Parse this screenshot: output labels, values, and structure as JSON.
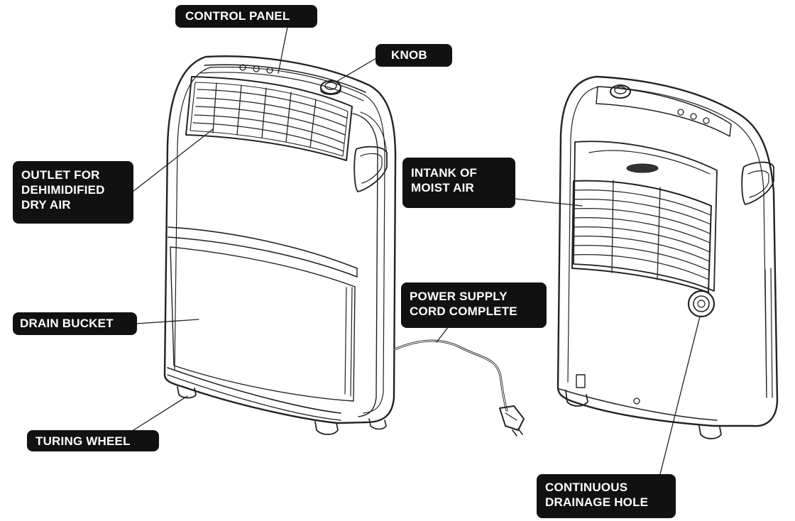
{
  "diagram": {
    "labels": {
      "control_panel": "CONTROL PANEL",
      "knob": "KNOB",
      "outlet_line1": "OUTLET FOR",
      "outlet_line2": "DEHIMIDIFIED",
      "outlet_line3": "DRY AIR",
      "intank_line1": "INTANK OF",
      "intank_line2": "MOIST AIR",
      "drain_bucket": "DRAIN BUCKET",
      "power_line1": "POWER SUPPLY",
      "power_line2": "CORD COMPLETE",
      "turing_wheel": "TURING WHEEL",
      "continuous_line1": "CONTINUOUS",
      "continuous_line2": "DRAINAGE HOLE"
    },
    "colors": {
      "label_background": "#111111",
      "label_text": "#ffffff",
      "line_art": "#222222",
      "background": "#ffffff"
    }
  }
}
